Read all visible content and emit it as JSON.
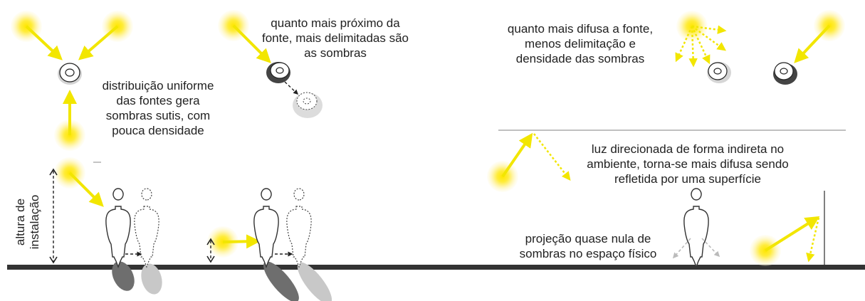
{
  "captions": {
    "uniform": [
      "distribuição uniforme",
      "das fontes gera",
      "sombras sutis, com",
      "pouca densidade"
    ],
    "proximity": [
      "quanto mais próximo da",
      "fonte, mais delimitadas são",
      "as sombras"
    ],
    "diffuse": [
      "quanto mais difusa a fonte,",
      "menos delimitação e",
      "densidade das sombras"
    ],
    "indirect": [
      "luz direcionada de forma indireta no",
      "ambiente, torna-se mais difusa sendo",
      "refletida por uma superfície"
    ],
    "null_projection": [
      "projeção quase nula de",
      "sombras no espaço físico"
    ],
    "install_height": [
      "altura de",
      "instalação"
    ]
  },
  "colors": {
    "light_glow": "#fff4b0",
    "light_core": "#ffe600",
    "arrow": "#f2e600",
    "ground": "#333333",
    "shadow_dark": "#6e6e6e",
    "shadow_light": "#c8c8c8"
  }
}
